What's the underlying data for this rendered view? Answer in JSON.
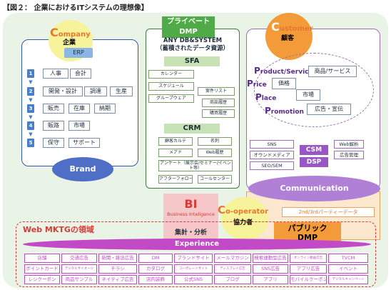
{
  "title": "【図２： 企業におけるITシステムの理想像】",
  "company": {
    "first_letter": "C",
    "rest": "ompany",
    "jp": "企業",
    "erp": "ERP",
    "rows": [
      {
        "num": "1",
        "items": [
          "人事",
          "会計"
        ]
      },
      {
        "num": "2",
        "items": [
          "開発・設計",
          "調達",
          "生産"
        ]
      },
      {
        "num": "3",
        "items": [
          "販売",
          "在庫",
          "納期"
        ]
      },
      {
        "num": "4",
        "items": [
          "販路",
          "市場"
        ]
      },
      {
        "num": "5",
        "items": [
          "保守",
          "サポート"
        ]
      }
    ],
    "brand": "Brand"
  },
  "private_dmp": {
    "head": [
      "プライベート",
      "DMP"
    ],
    "anydb": [
      "ANY DB&SYSTEM",
      "（蓄積されたデータ資源）"
    ],
    "sfa": {
      "label": "SFA",
      "left": [
        "カレンダー",
        "スケジュール",
        "グループウェア"
      ],
      "right": [
        "案件リスト",
        "商談履歴",
        "購買履歴"
      ]
    },
    "crm": {
      "label": "CRM",
      "items": [
        "顧客カルテ",
        "名刺",
        "メアド",
        "Web履歴"
      ],
      "survey": "アンケート（展示会/セミナー/イベント等）",
      "bottom": [
        "アフターフォロー",
        "コールセンター"
      ]
    },
    "bi": {
      "title": "BI",
      "sub": "Business Inteligence",
      "agg": "集計・分析"
    }
  },
  "customer": {
    "first_letter": "C",
    "rest": "ustomer",
    "jp": "顧客",
    "p_words": [
      {
        "cap": "P",
        "rest": "roduct/Service"
      },
      {
        "cap": "P",
        "rest": "rice"
      },
      {
        "cap": "P",
        "rest": "lace"
      },
      {
        "cap": "P",
        "rest": "romotion"
      }
    ],
    "p_boxes": [
      "商品/サービス",
      "価格",
      "市場",
      "広告・宣伝"
    ],
    "channels_left": [
      "SNS",
      "オウンドメディア",
      "SEO/SEM"
    ],
    "csm": "CSM",
    "dsp": "DSP",
    "channels_right": [
      "Web解析",
      "広告管理"
    ],
    "communication": "Communication"
  },
  "cooperator": {
    "first_letter": "C",
    "rest": "o-operator",
    "jp": "協力者",
    "party": "2nd/3rdパーティーデータ",
    "public_dmp": [
      "パブリック",
      "DMP"
    ]
  },
  "web": {
    "title": "Web MKTGの領域",
    "experience": "Experience",
    "rows": [
      [
        "店舗",
        "交通広告",
        "新聞・雑誌広告",
        "DM",
        "ブランドサイト",
        "メールマガジン",
        "検索連動型広告",
        "オンライン動画広告",
        "TVCM"
      ],
      [
        "ポイントカード",
        "デジタルサイネージ",
        "チラシ",
        "カタログ",
        "コーポレートサイト",
        "ディスプレイ広告",
        "SNS広告",
        "アプリ広告",
        "イベント"
      ],
      [
        "レシクーポン",
        "商品サンプル",
        "ネイティブ広告",
        "店内装飾",
        "公式SNS",
        "ブログ",
        "アプリ",
        "モバイルクーポン",
        "デジタルキャンペーン"
      ]
    ]
  }
}
